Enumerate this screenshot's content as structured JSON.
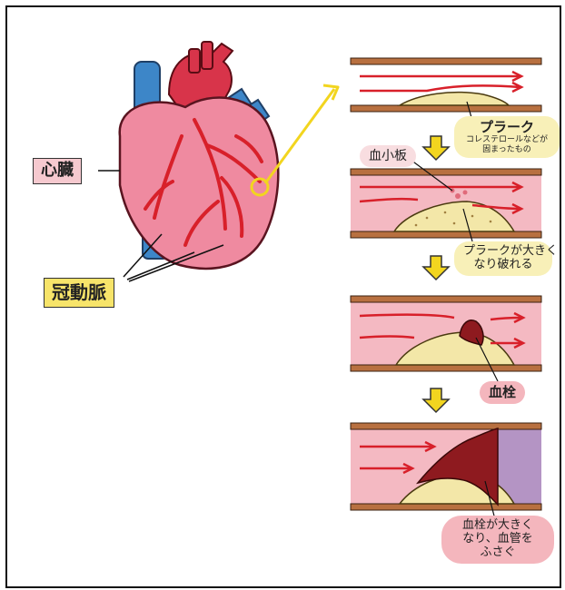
{
  "labels": {
    "heart": "心臓",
    "coronary_artery": "冠動脈",
    "plaque": "プラーク",
    "plaque_note_1": "コレステロールなどが",
    "plaque_note_2": "固まったもの",
    "platelet": "血小板",
    "plaque_rupture_1": "プラークが大きく",
    "plaque_rupture_2": "なり破れる",
    "thrombus": "血栓",
    "occlusion_1": "血栓が大きく",
    "occlusion_2": "なり、血管を",
    "occlusion_3": "ふさぐ"
  },
  "colors": {
    "heart_pink": "#ef8aa0",
    "artery_red": "#d8202a",
    "vein_blue": "#3d86c8",
    "plaque_yellow": "#f3e7a8",
    "thrombus_dark": "#8e1a1f",
    "blocked_purple": "#b494c4",
    "arrow_yellow": "#f2d51f"
  }
}
